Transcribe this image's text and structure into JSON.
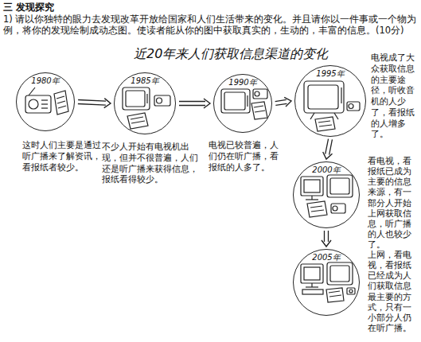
{
  "diagram": {
    "title": "近20年来人们获取信息渠道的变化",
    "nodes": [
      {
        "text": [
          "1980年"
        ]
      },
      {
        "text": [
          "1985年"
        ]
      },
      {
        "text": [
          "1990年"
        ]
      },
      {
        "text": [
          "1995年"
        ]
      },
      {
        "text": [
          "2000年"
        ]
      },
      {
        "text": [
          "2005年"
        ]
      }
    ],
    "edges": [
      {
        "from": 0,
        "to": 1,
        "arrow": "to"
      },
      {
        "from": 1,
        "to": 2,
        "arrow": "to"
      },
      {
        "from": 2,
        "to": 3,
        "arrow": "to"
      },
      {
        "from": 3,
        "to": 4,
        "arrow": "to"
      },
      {
        "from": 4,
        "to": 5,
        "arrow": "to"
      }
    ],
    "labels": [
      "三 发现探究",
      "1) 请以你独特的眼力去发现改革开放给国家和人们生活带来的变化。并且请你以一件事或一个物为例，将你的发现绘制成动态图。使读者能从你的图中获取真实的，生动的，丰富的信息。(10分)",
      "这时人们主要是通过听广播来了解资讯，看报纸者较少。",
      "不少人开始有电视机出现，但并不很普遍，人们还是听广播来获得信息，报纸看得较少。",
      "电视已较普遍，人们仍在听广播，看报纸的人多了。",
      "电视成了大众获取信息的主要途径，听收音机的人少了，看报纸的人增多了。",
      "看电视，看报纸已成为主要的信息来源，有一部分人开始上网获取信息，听广播的人也较少了。",
      "上网，看电视，看报纸已经成为人们获取信息最主要的方式，只有一小部分人仍在听广播。"
    ]
  }
}
